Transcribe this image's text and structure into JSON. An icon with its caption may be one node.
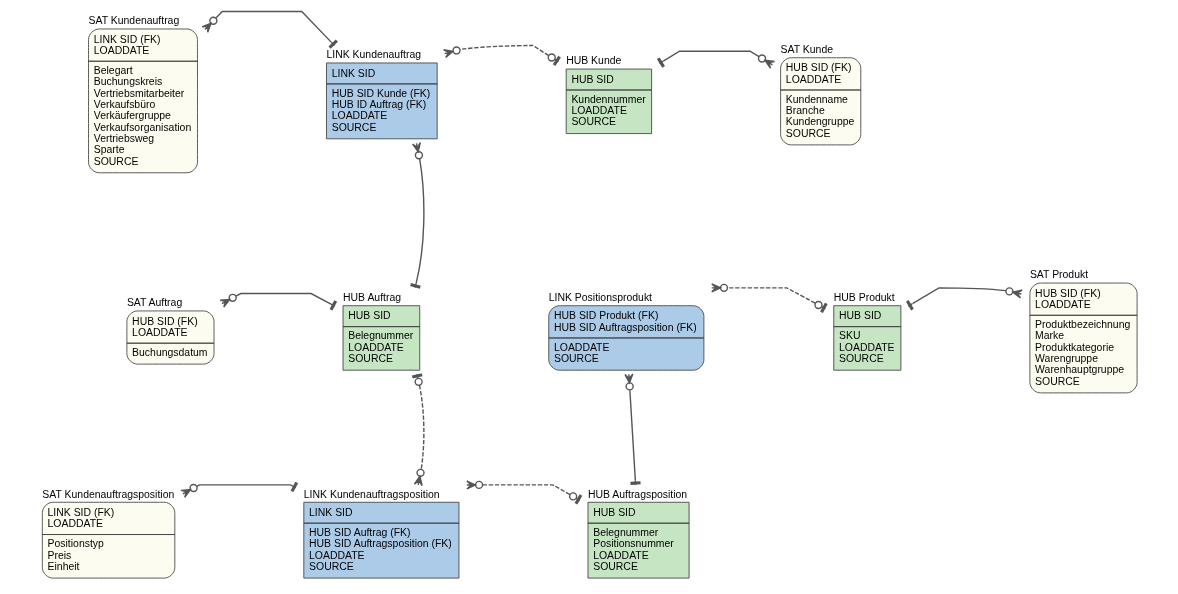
{
  "diagram": {
    "nodes": [
      {
        "text": [
          "SAT Kundenauftrag",
          "LINK SID (FK)",
          "LOADDATE",
          "Belegart",
          "Buchungskreis",
          "Vertriebsmitarbeiter",
          "Verkaufsbüro",
          "Verkäufergruppe",
          "Verkaufsorganisation",
          "Vertriebsweg",
          "Sparte",
          "SOURCE"
        ]
      },
      {
        "text": [
          "LINK Kundenauftrag",
          "LINK SID",
          "HUB SID Kunde (FK)",
          "HUB ID Auftrag (FK)",
          "LOADDATE",
          "SOURCE"
        ]
      },
      {
        "text": [
          "HUB Kunde",
          "HUB SID",
          "Kundennummer",
          "LOADDATE",
          "SOURCE"
        ]
      },
      {
        "text": [
          "SAT Kunde",
          "HUB SID (FK)",
          "LOADDATE",
          "Kundenname",
          "Branche",
          "Kundengruppe",
          "SOURCE"
        ]
      },
      {
        "text": [
          "HUB Auftrag",
          "HUB SID",
          "Belegnummer",
          "LOADDATE",
          "SOURCE"
        ]
      },
      {
        "text": [
          "LINK Positionsprodukt",
          "HUB SID Produkt (FK)",
          "HUB SID Auftragsposition (FK)",
          "LOADDATE",
          "SOURCE"
        ]
      },
      {
        "text": [
          "HUB Produkt",
          "HUB SID",
          "SKU",
          "LOADDATE",
          "SOURCE"
        ]
      },
      {
        "text": [
          "SAT Produkt",
          "HUB SID (FK)",
          "LOADDATE",
          "Produktbezeichnung",
          "Marke",
          "Produktkategorie",
          "Warengruppe",
          "Warenhauptgruppe",
          "SOURCE"
        ]
      },
      {
        "text": [
          "SAT Auftrag",
          "HUB SID (FK)",
          "LOADDATE",
          "Buchungsdatum"
        ]
      },
      {
        "text": [
          "SAT Kundenauftragsposition",
          "LINK SID (FK)",
          "LOADDATE",
          "Positionstyp",
          "Preis",
          "Einheit"
        ]
      },
      {
        "text": [
          "LINK Kundenauftragsposition",
          "LINK SID",
          "HUB SID Auftrag (FK)",
          "HUB SID Auftragsposition (FK)",
          "LOADDATE",
          "SOURCE"
        ]
      },
      {
        "text": [
          "HUB Auftragsposition",
          "HUB SID",
          "Belegnummer",
          "Positionsnummer",
          "LOADDATE",
          "SOURCE"
        ]
      }
    ],
    "edges": [
      {
        "from": 1,
        "to": 0,
        "arrow": "other"
      },
      {
        "from": 2,
        "to": 1,
        "arrow": "other",
        "style": "dashed"
      },
      {
        "from": 2,
        "to": 3,
        "arrow": "other"
      },
      {
        "from": 4,
        "to": 1,
        "arrow": "other"
      },
      {
        "from": 4,
        "to": 8,
        "arrow": "other"
      },
      {
        "from": 4,
        "to": 10,
        "arrow": "other",
        "style": "dashed"
      },
      {
        "from": 6,
        "to": 5,
        "arrow": "other",
        "style": "dashed"
      },
      {
        "from": 6,
        "to": 7,
        "arrow": "other"
      },
      {
        "from": 11,
        "to": 5,
        "arrow": "other"
      },
      {
        "from": 10,
        "to": 9,
        "arrow": "other"
      },
      {
        "from": 11,
        "to": 10,
        "arrow": "other",
        "style": "dashed"
      }
    ]
  }
}
